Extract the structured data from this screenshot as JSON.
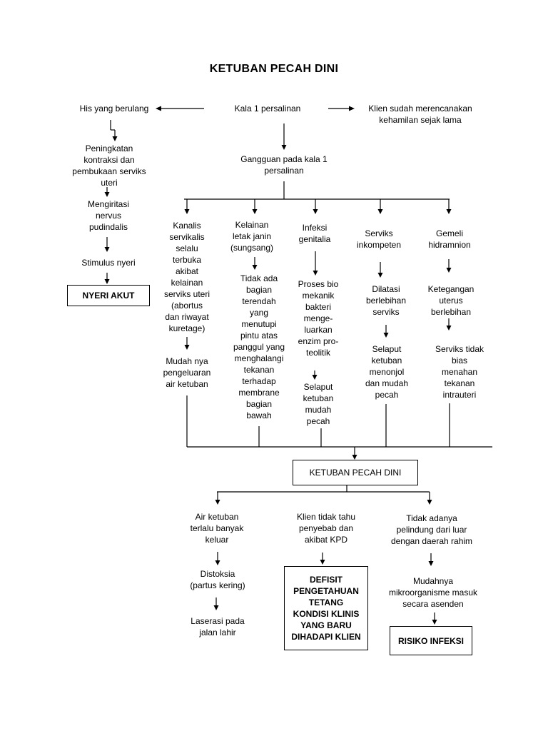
{
  "title": "KETUBAN PECAH DINI",
  "top": {
    "left": "His yang berulang",
    "center": "Kala 1 persalinan",
    "right": "Klien sudah merencanakan\nkehamilan sejak lama"
  },
  "left_chain": [
    "Peningkatan\nkontraksi dan\npembukaan serviks\nuteri",
    "Mengiritasi\nnervus\npudindalis",
    "Stimulus nyeri"
  ],
  "nyeri_akut": "NYERI AKUT",
  "gangguan": "Gangguan pada kala 1\npersalinan",
  "causes": [
    {
      "head": "Kanalis\nservikalis\nselalu\nterbuka\nakibat\nkelainan\nserviks  uteri\n(abortus\ndan riwayat\nkuretage)",
      "next": "Mudah nya\npengeluaran\nair ketuban"
    },
    {
      "head": "Kelainan\nletak janin\n(sungsang)",
      "next": "Tidak ada\nbagian\nterendah\nyang\nmenutupi\npintu atas\npanggul yang\nmenghalangi\ntekanan\nterhadap\nmembrane\nbagian\nbawah"
    },
    {
      "head": "Infeksi\ngenitalia",
      "next": "Proses bio\nmekanik\nbakteri\nmenge-\nluarkan\nenzim pro-\nteolitik",
      "next2": "Selaput\nketuban\nmudah\npecah"
    },
    {
      "head": "Serviks\ninkompeten",
      "next": "Dilatasi\nberlebihan\nserviks",
      "next2": "Selaput\nketuban\nmenonjol\ndan mudah\npecah"
    },
    {
      "head": "Gemeli\nhidramnion",
      "next": "Ketegangan\nuterus\nberlebihan",
      "next2": "Serviks tidak\nbias\nmenahan\ntekanan\nintrauteri"
    }
  ],
  "kpd_box": "KETUBAN PECAH DINI",
  "effects": [
    {
      "head": "Air ketuban\nterlalu banyak\nkeluar",
      "next": "Distoksia\n(partus kering)",
      "next2": "Laserasi pada\njalan lahir"
    },
    {
      "head": "Klien tidak tahu\npenyebab dan\nakibat KPD",
      "diagnosis": "DEFISIT\nPENGETAHUAN\nTETANG\nKONDISI KLINIS\nYANG BARU\nDIHADAPI KLIEN"
    },
    {
      "head": "Tidak adanya\npelindung dari luar\ndengan daerah rahim",
      "next": "Mudahnya\nmikroorganisme masuk\nsecara asenden",
      "diagnosis": "RISIKO INFEKSI"
    }
  ]
}
